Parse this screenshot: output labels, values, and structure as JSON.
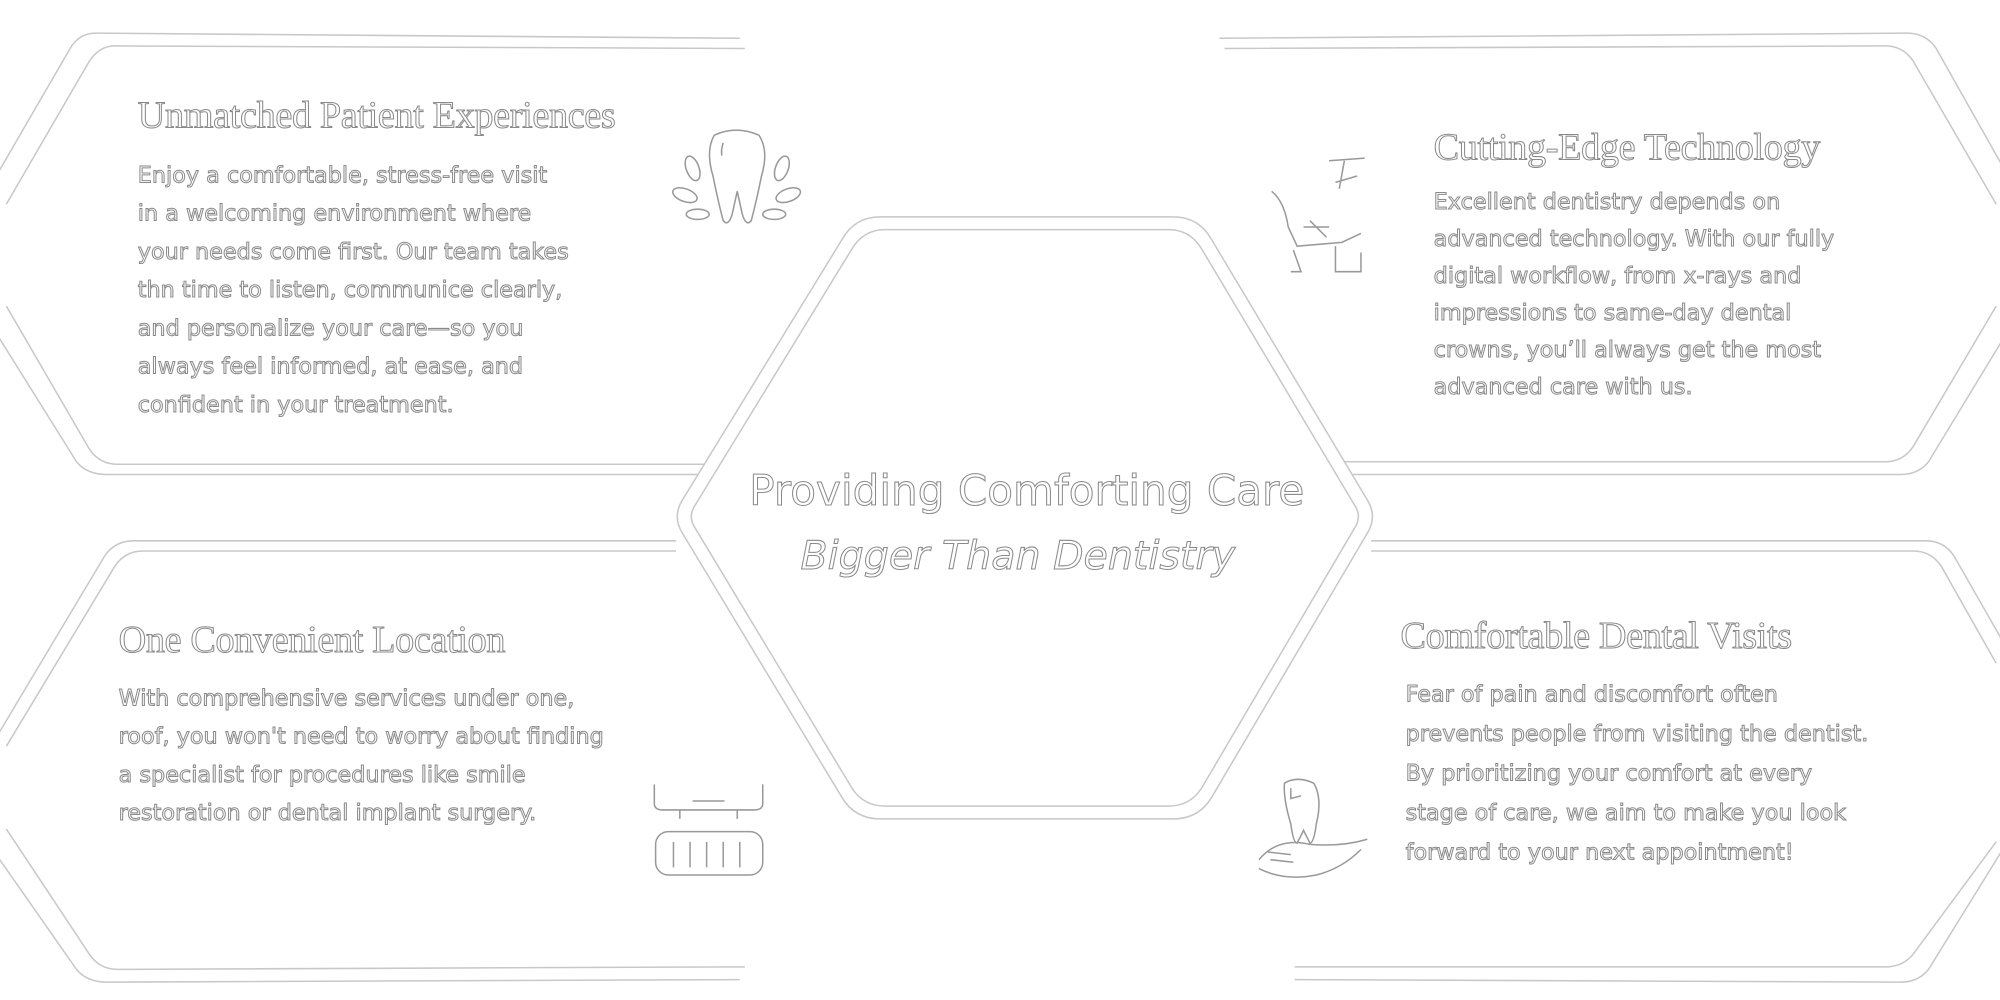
{
  "cards": [
    {
      "title": "Unmatched Patient Experiences",
      "lines": [
        "Enjoy a comfortable, stress-free visit",
        "in a welcoming environment where",
        "your needs come first. Our team takes",
        "thn time to listen, communice clearly,",
        "and personalize your care—so you",
        "always feel informed, at ease, and",
        "confident in your treatment."
      ],
      "icon": "tooth-laurel-icon"
    },
    {
      "title": "Cutting-Edge Technology",
      "lines": [
        "Excellent dentistry depends on",
        "advanced technology. With our fully",
        "digital workflow, from x-rays and",
        "impressions to same-day dental",
        "crowns, you’ll always get the most",
        "advanced care with us."
      ],
      "icon": "dental-chair-icon"
    },
    {
      "title": "One Convenient Location",
      "lines": [
        "With comprehensive services under one,",
        "roof, you won't need to worry about finding",
        "a specialist for procedures like smile",
        "restoration or dental implant surgery."
      ],
      "icon": "dentures-icon"
    },
    {
      "title": "Comfortable Dental Visits",
      "lines": [
        "Fear of pain and discomfort often",
        "prevents people from visiting the dentist.",
        "By prioritizing your comfort at every",
        "stage of care, we aim to make you look",
        "forward to your next appointment!"
      ],
      "icon": "tooth-hand-icon"
    }
  ],
  "center": {
    "headline": "Providing Comforting Care",
    "tagline": "Bigger Than Dentistry"
  }
}
